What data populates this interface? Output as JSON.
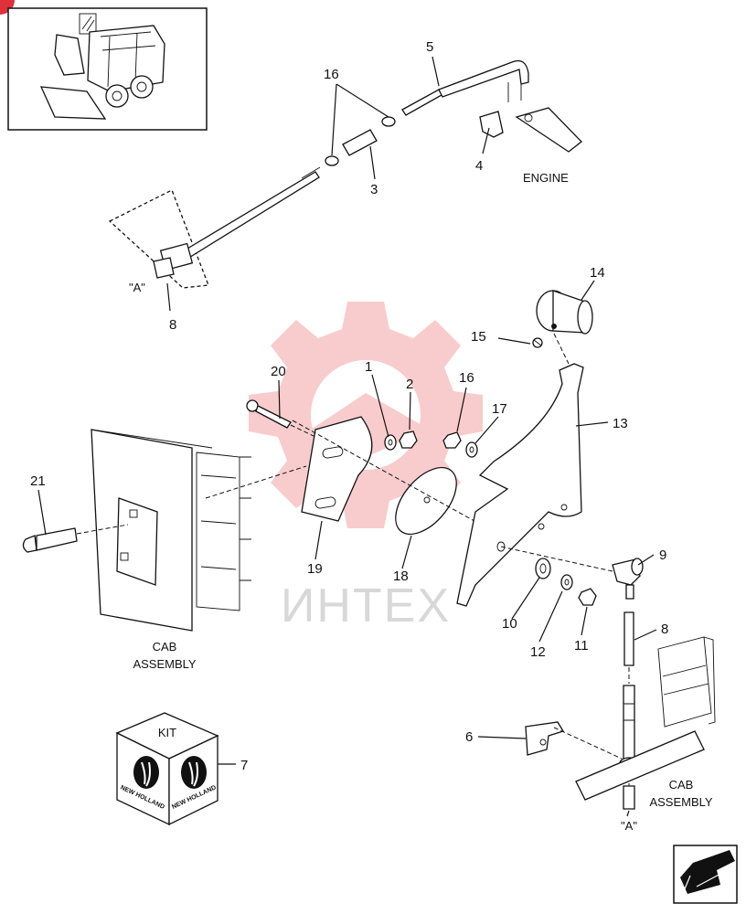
{
  "callouts": {
    "c1": "1",
    "c2": "2",
    "c3": "3",
    "c4": "4",
    "c5": "5",
    "c6": "6",
    "c7": "7",
    "c8_top": "8",
    "c8_bottom": "8",
    "c9": "9",
    "c10": "10",
    "c11": "11",
    "c12": "12",
    "c13": "13",
    "c14": "14",
    "c15": "15",
    "c16_top": "16",
    "c16_mid": "16",
    "c17": "17",
    "c18": "18",
    "c19": "19",
    "c20": "20",
    "c21": "21"
  },
  "text_labels": {
    "engine": "ENGINE",
    "cab_assembly_left_1": "CAB",
    "cab_assembly_left_2": "ASSEMBLY",
    "cab_assembly_right_1": "CAB",
    "cab_assembly_right_2": "ASSEMBLY",
    "ref_a_top": "\"A\"",
    "ref_a_bottom": "\"A\"",
    "kit_label": "KIT",
    "brand_left": "NEW HOLLAND",
    "brand_right": "NEW HOLLAND"
  },
  "watermark": {
    "text": "ИНТЕХ",
    "color": "#f08080"
  },
  "icons": {
    "thumbnail": "skid-steer-loader-thumbnail",
    "next_page": "next-page-arrow-icon"
  },
  "colors": {
    "line": "#111111",
    "watermark": "#f3a3a3",
    "corner_badge": "#e0303a"
  }
}
